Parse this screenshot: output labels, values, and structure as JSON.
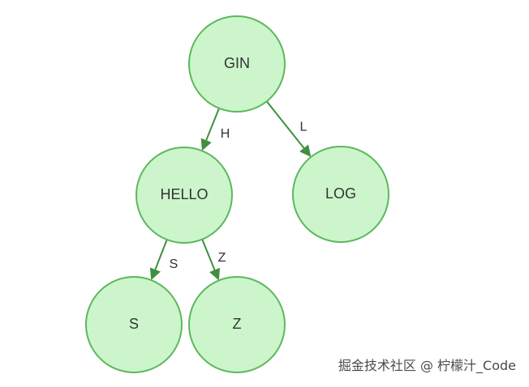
{
  "diagram": {
    "nodes": [
      {
        "id": "gin",
        "label": "GIN"
      },
      {
        "id": "hello",
        "label": "HELLO"
      },
      {
        "id": "log",
        "label": "LOG"
      },
      {
        "id": "s",
        "label": "S"
      },
      {
        "id": "z",
        "label": "Z"
      }
    ],
    "edges": [
      {
        "from": "gin",
        "to": "hello",
        "label": "H"
      },
      {
        "from": "gin",
        "to": "log",
        "label": "L"
      },
      {
        "from": "hello",
        "to": "s",
        "label": "S"
      },
      {
        "from": "hello",
        "to": "z",
        "label": "Z"
      }
    ],
    "colors": {
      "node_fill": "#ccf5cc",
      "node_stroke": "#5cb85c",
      "edge": "#3f8f3f"
    }
  },
  "watermark": {
    "text": "掘金技术社区 @ 柠檬汁_Code"
  }
}
